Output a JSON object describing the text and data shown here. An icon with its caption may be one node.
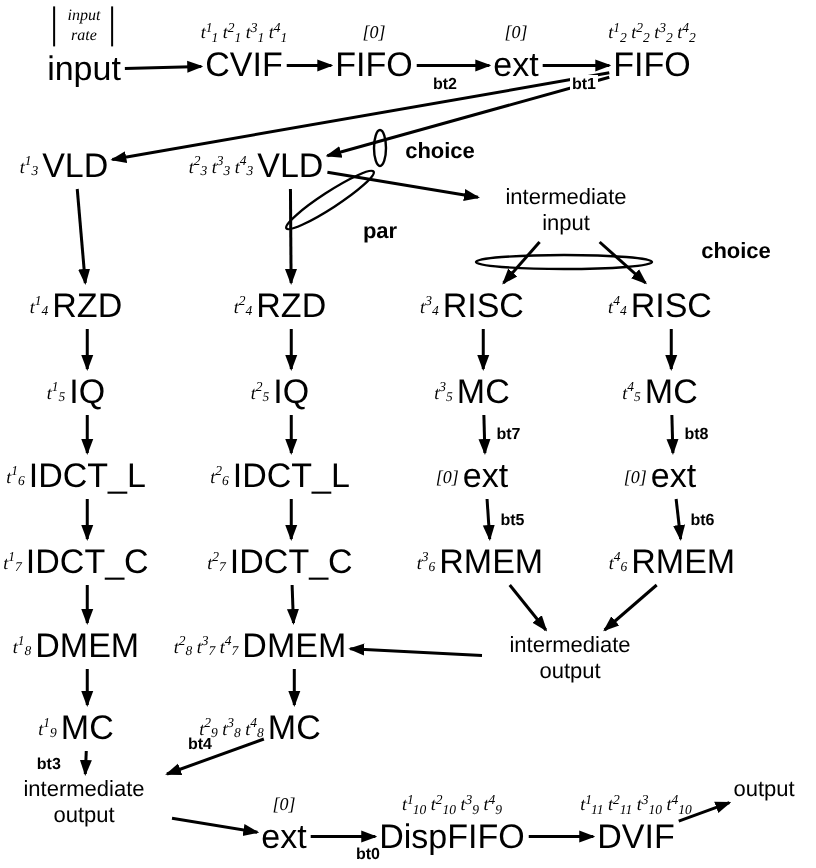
{
  "diagram": {
    "nodes": [
      {
        "text": [
          "input"
        ],
        "beside": [
          "input rate"
        ]
      },
      {
        "text": [
          "CVIF"
        ],
        "beside": [
          "t$^{1}$$_{1}$ t$^{2}$$_{1}$ t$^{3}$$_{1}$ t$^{4}$$_{1}$"
        ]
      },
      {
        "text": [
          "FIFO"
        ],
        "beside": [
          "[0]"
        ]
      },
      {
        "text": [
          "ext"
        ],
        "beside": [
          "[0]"
        ]
      },
      {
        "text": [
          "FIFO"
        ],
        "beside": [
          "t$^{1}$$_{2}$ t$^{2}$$_{2}$ t$^{3}$$_{2}$ t$^{4}$$_{2}$"
        ]
      },
      {
        "text": [
          "VLD"
        ],
        "beside": [
          "t$^{1}$$_{3}$"
        ]
      },
      {
        "text": [
          "VLD"
        ],
        "beside": [
          "t$^{2}$$_{3}$ t$^{3}$$_{3}$ t$^{4}$$_{3}$"
        ]
      },
      {
        "text": [
          "intermediate input"
        ]
      },
      {
        "text": [
          "RZD"
        ],
        "beside": [
          "t$^{1}$$_{4}$"
        ]
      },
      {
        "text": [
          "RZD"
        ],
        "beside": [
          "t$^{2}$$_{4}$"
        ]
      },
      {
        "text": [
          "RISC"
        ],
        "beside": [
          "t$^{3}$$_{4}$"
        ]
      },
      {
        "text": [
          "RISC"
        ],
        "beside": [
          "t$^{4}$$_{4}$"
        ]
      },
      {
        "text": [
          "IQ"
        ],
        "beside": [
          "t$^{1}$$_{5}$"
        ]
      },
      {
        "text": [
          "IQ"
        ],
        "beside": [
          "t$^{2}$$_{5}$"
        ]
      },
      {
        "text": [
          "MC"
        ],
        "beside": [
          "t$^{3}$$_{5}$"
        ]
      },
      {
        "text": [
          "MC"
        ],
        "beside": [
          "t$^{4}$$_{5}$"
        ]
      },
      {
        "text": [
          "IDCT_L"
        ],
        "beside": [
          "t$^{1}$$_{6}$"
        ]
      },
      {
        "text": [
          "IDCT_L"
        ],
        "beside": [
          "t$^{2}$$_{6}$"
        ]
      },
      {
        "text": [
          "ext"
        ],
        "beside": [
          "[0]"
        ]
      },
      {
        "text": [
          "ext"
        ],
        "beside": [
          "[0]"
        ]
      },
      {
        "text": [
          "IDCT_C"
        ],
        "beside": [
          "t$^{1}$$_{7}$"
        ]
      },
      {
        "text": [
          "IDCT_C"
        ],
        "beside": [
          "t$^{2}$$_{7}$"
        ]
      },
      {
        "text": [
          "RMEM"
        ],
        "beside": [
          "t$^{3}$$_{6}$"
        ]
      },
      {
        "text": [
          "RMEM"
        ],
        "beside": [
          "t$^{4}$$_{6}$"
        ]
      },
      {
        "text": [
          "DMEM"
        ],
        "beside": [
          "t$^{1}$$_{8}$"
        ]
      },
      {
        "text": [
          "DMEM"
        ],
        "beside": [
          "t$^{2}$$_{8}$ t$^{3}$$_{7}$ t$^{4}$$_{7}$"
        ]
      },
      {
        "text": [
          "intermediate output"
        ]
      },
      {
        "text": [
          "MC"
        ],
        "beside": [
          "t$^{1}$$_{9}$"
        ]
      },
      {
        "text": [
          "MC"
        ],
        "beside": [
          "t$^{2}$$_{9}$ t$^{3}$$_{8}$ t$^{4}$$_{8}$"
        ]
      },
      {
        "text": [
          "intermediate output"
        ]
      },
      {
        "text": [
          "ext"
        ],
        "beside": [
          "[0]"
        ]
      },
      {
        "text": [
          "DispFIFO"
        ],
        "beside": [
          "t$^{1}$$_{10}$ t$^{2}$$_{10}$ t$^{3}$$_{9}$ t$^{4}$$_{9}$"
        ]
      },
      {
        "text": [
          "DVIF"
        ],
        "beside": [
          "t$^{1}$$_{11}$ t$^{2}$$_{11}$ t$^{3}$$_{10}$ t$^{4}$$_{10}$"
        ]
      },
      {
        "text": [
          "output"
        ]
      }
    ],
    "edges": [
      {
        "from": 0,
        "to": 1,
        "arrow": "to"
      },
      {
        "from": 1,
        "to": 2,
        "arrow": "to"
      },
      {
        "from": 2,
        "to": 3,
        "arrow": "to",
        "label": "bt2"
      },
      {
        "from": 3,
        "to": 4,
        "arrow": "to",
        "label": "bt1"
      },
      {
        "from": 4,
        "to": 5,
        "arrow": "to"
      },
      {
        "from": 4,
        "to": 6,
        "arrow": "to"
      },
      {
        "from": 6,
        "to": 7,
        "arrow": "to"
      },
      {
        "from": 6,
        "to": 9,
        "arrow": "to"
      },
      {
        "from": 5,
        "to": 8,
        "arrow": "to"
      },
      {
        "from": 7,
        "to": 10,
        "arrow": "to"
      },
      {
        "from": 7,
        "to": 11,
        "arrow": "to"
      },
      {
        "from": 8,
        "to": 12,
        "arrow": "to"
      },
      {
        "from": 9,
        "to": 13,
        "arrow": "to"
      },
      {
        "from": 10,
        "to": 14,
        "arrow": "to"
      },
      {
        "from": 11,
        "to": 15,
        "arrow": "to"
      },
      {
        "from": 12,
        "to": 16,
        "arrow": "to"
      },
      {
        "from": 13,
        "to": 17,
        "arrow": "to"
      },
      {
        "from": 14,
        "to": 18,
        "arrow": "to",
        "label": "bt7"
      },
      {
        "from": 15,
        "to": 19,
        "arrow": "to",
        "label": "bt8"
      },
      {
        "from": 16,
        "to": 20,
        "arrow": "to"
      },
      {
        "from": 17,
        "to": 21,
        "arrow": "to"
      },
      {
        "from": 18,
        "to": 22,
        "arrow": "to",
        "label": "bt5"
      },
      {
        "from": 19,
        "to": 23,
        "arrow": "to",
        "label": "bt6"
      },
      {
        "from": 20,
        "to": 24,
        "arrow": "to"
      },
      {
        "from": 21,
        "to": 25,
        "arrow": "to"
      },
      {
        "from": 22,
        "to": 26,
        "arrow": "to"
      },
      {
        "from": 23,
        "to": 26,
        "arrow": "to"
      },
      {
        "from": 26,
        "to": 25,
        "arrow": "to"
      },
      {
        "from": 24,
        "to": 27,
        "arrow": "to"
      },
      {
        "from": 25,
        "to": 28,
        "arrow": "to"
      },
      {
        "from": 27,
        "to": 29,
        "arrow": "to",
        "label": "bt3"
      },
      {
        "from": 28,
        "to": 29,
        "arrow": "to",
        "label": "bt4"
      },
      {
        "from": 29,
        "to": 30,
        "arrow": "to"
      },
      {
        "from": 30,
        "to": 31,
        "arrow": "to",
        "label": "bt0"
      },
      {
        "from": 31,
        "to": 32,
        "arrow": "to"
      },
      {
        "from": 32,
        "to": 33,
        "arrow": "to"
      }
    ],
    "labels": [
      "choice",
      "par",
      "choice"
    ]
  }
}
